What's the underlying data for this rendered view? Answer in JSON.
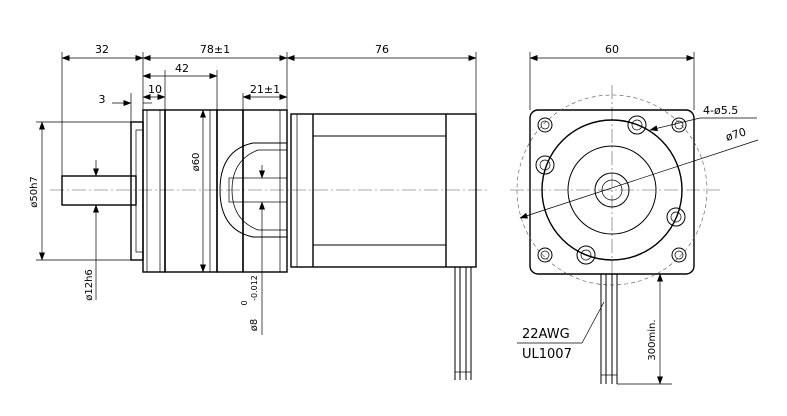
{
  "dimensions": {
    "overall_gearbox": "78±1",
    "motor_length": "76",
    "shaft_length": "32",
    "gearbox_body": "42",
    "flange_thickness": "10",
    "shoulder": "3",
    "inner_length": "21±1",
    "flange_dia": "ø60",
    "pilot_dia": "ø50h7",
    "shaft_dia": "ø12h6",
    "motor_shaft_dia": "ø8",
    "motor_shaft_tol_upper": "0",
    "motor_shaft_tol_lower": "-0.012",
    "square_size": "60",
    "holes": "4-ø5.5",
    "bolt_circle": "ø70",
    "lead_length": "300min."
  },
  "wire_spec": {
    "gauge": "22AWG",
    "standard": "UL1007"
  }
}
